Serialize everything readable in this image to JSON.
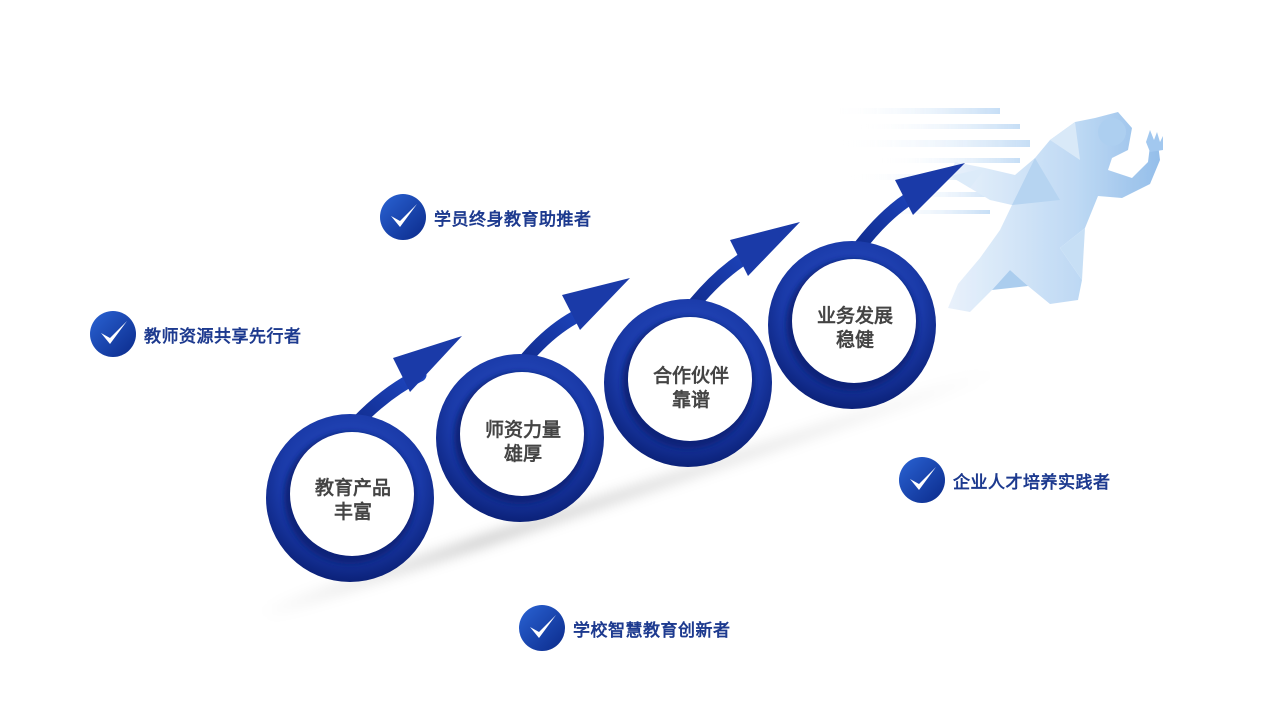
{
  "colors": {
    "primary": "#1a3aa8",
    "primary_dark": "#0b2178",
    "primary_light": "#2f57d0",
    "label_text": "#1d3a8f",
    "node_text": "#444444",
    "runner_light": "#cfe3f7",
    "runner_mid": "#9ec6ef"
  },
  "nodes": [
    {
      "line1": "教育产品",
      "line2": "丰富"
    },
    {
      "line1": "师资力量",
      "line2": "雄厚"
    },
    {
      "line1": "合作伙伴",
      "line2": "靠谱"
    },
    {
      "line1": "业务发展",
      "line2": "稳健"
    }
  ],
  "check_items": [
    {
      "label": "教师资源共享先行者",
      "icon": "checkmark-icon"
    },
    {
      "label": "学员终身教育助推者",
      "icon": "checkmark-icon"
    },
    {
      "label": "学校智慧教育创新者",
      "icon": "checkmark-icon"
    },
    {
      "label": "企业人才培养实践者",
      "icon": "checkmark-icon"
    }
  ],
  "decoration": {
    "icon": "running-man-icon"
  }
}
